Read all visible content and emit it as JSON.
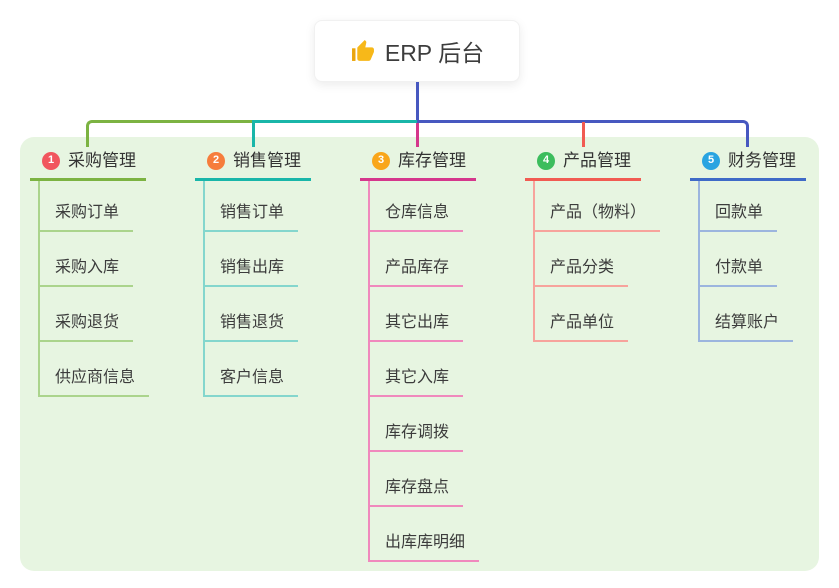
{
  "root_node": {
    "icon": "thumbs-up-icon",
    "label": "ERP 后台"
  },
  "colors": {
    "canvas": "#ffffff",
    "panel": "#e7f5e1",
    "root_connector": "#4758c0",
    "root_text": "#3d3d3d",
    "icon_gold": "#f7b819"
  },
  "branches": [
    {
      "number": "1",
      "label": "采购管理",
      "badge_color": "#f1565e",
      "line_color": "#7cb342",
      "child_line_color": "#abd48c",
      "children": [
        "采购订单",
        "采购入库",
        "采购退货",
        "供应商信息"
      ]
    },
    {
      "number": "2",
      "label": "销售管理",
      "badge_color": "#f67d3c",
      "line_color": "#19b6a9",
      "child_line_color": "#84d6cd",
      "children": [
        "销售订单",
        "销售出库",
        "销售退货",
        "客户信息"
      ]
    },
    {
      "number": "3",
      "label": "库存管理",
      "badge_color": "#f9a61a",
      "line_color": "#d5378c",
      "child_line_color": "#f089bd",
      "children": [
        "仓库信息",
        "产品库存",
        "其它出库",
        "其它入库",
        "库存调拨",
        "库存盘点",
        "出库库明细"
      ]
    },
    {
      "number": "4",
      "label": "产品管理",
      "badge_color": "#3cbd5d",
      "line_color": "#f15b52",
      "child_line_color": "#f7a39c",
      "children": [
        "产品（物料）",
        "产品分类",
        "产品单位"
      ]
    },
    {
      "number": "5",
      "label": "财务管理",
      "badge_color": "#29a4e1",
      "line_color": "#3f6ac7",
      "child_line_color": "#9cb5de",
      "children": [
        "回款单",
        "付款单",
        "结算账户"
      ]
    }
  ]
}
